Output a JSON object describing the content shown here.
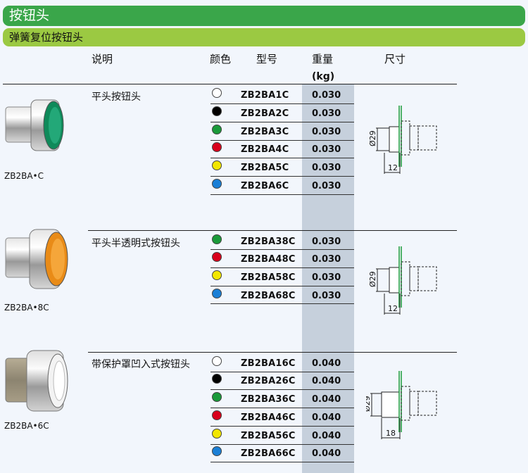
{
  "title": "按钮头",
  "subtitle": "弹簧复位按钮头",
  "headers": {
    "description": "说明",
    "color": "颜色",
    "model": "型号",
    "weight": "重量",
    "weight_unit": "(kg)",
    "size": "尺寸"
  },
  "colors": {
    "white": "#ffffff",
    "black": "#000000",
    "green": "#1a9a3a",
    "red": "#d9001b",
    "yellow": "#f2e600",
    "blue": "#1a7fd6"
  },
  "groups": [
    {
      "description": "平头按钮头",
      "ref": "ZB2BA•C",
      "dimension_diameter": "Ø29",
      "dimension_length": "12",
      "rows": [
        {
          "color": "white",
          "model": "ZB2BA1C",
          "weight": "0.030"
        },
        {
          "color": "black",
          "model": "ZB2BA2C",
          "weight": "0.030"
        },
        {
          "color": "green",
          "model": "ZB2BA3C",
          "weight": "0.030"
        },
        {
          "color": "red",
          "model": "ZB2BA4C",
          "weight": "0.030"
        },
        {
          "color": "yellow",
          "model": "ZB2BA5C",
          "weight": "0.030"
        },
        {
          "color": "blue",
          "model": "ZB2BA6C",
          "weight": "0.030"
        }
      ]
    },
    {
      "description": "平头半透明式按钮头",
      "ref": "ZB2BA•8C",
      "dimension_diameter": "Ø29",
      "dimension_length": "12",
      "rows": [
        {
          "color": "green",
          "model": "ZB2BA38C",
          "weight": "0.030"
        },
        {
          "color": "red",
          "model": "ZB2BA48C",
          "weight": "0.030"
        },
        {
          "color": "yellow",
          "model": "ZB2BA58C",
          "weight": "0.030"
        },
        {
          "color": "blue",
          "model": "ZB2BA68C",
          "weight": "0.030"
        }
      ]
    },
    {
      "description": "带保护罩凹入式按钮头",
      "ref": "ZB2BA•6C",
      "dimension_diameter": "Ø29",
      "dimension_length": "18",
      "rows": [
        {
          "color": "white",
          "model": "ZB2BA16C",
          "weight": "0.040"
        },
        {
          "color": "black",
          "model": "ZB2BA26C",
          "weight": "0.040"
        },
        {
          "color": "green",
          "model": "ZB2BA36C",
          "weight": "0.040"
        },
        {
          "color": "red",
          "model": "ZB2BA46C",
          "weight": "0.040"
        },
        {
          "color": "yellow",
          "model": "ZB2BA56C",
          "weight": "0.040"
        },
        {
          "color": "blue",
          "model": "ZB2BA66C",
          "weight": "0.040"
        }
      ]
    }
  ]
}
